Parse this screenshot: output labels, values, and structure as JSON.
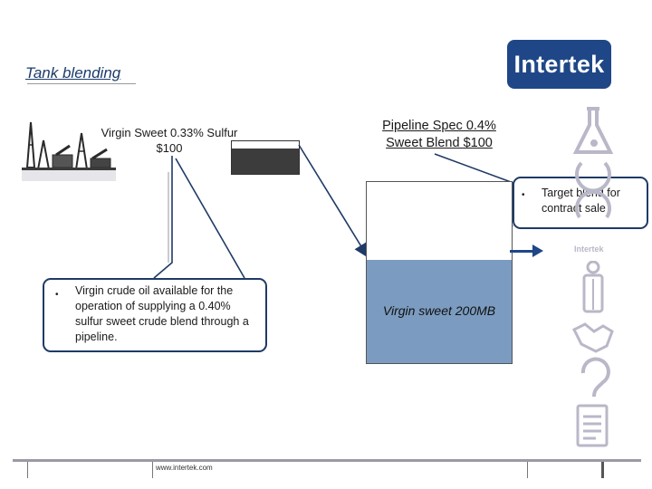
{
  "title": "Tank blending",
  "logo": {
    "text": "Intertek"
  },
  "source": {
    "label_line1": "Virgin Sweet 0.33%  Sulfur",
    "label_line2": "$100"
  },
  "spec": {
    "label_line1": "Pipeline Spec 0.4%",
    "label_line2": "Sweet Blend $100"
  },
  "tank": {
    "label": "Virgin sweet 200MB",
    "fill_fraction": 0.57
  },
  "callout_left": {
    "bullet": "•",
    "text": "Virgin crude oil available for the operation of supplying a 0.40% sulfur sweet crude blend through a pipeline."
  },
  "callout_right": {
    "bullet": "•",
    "text": "Target blend for contract sale"
  },
  "side_watermark": "Intertek",
  "footer": {
    "url": "www.intertek.com"
  },
  "colors": {
    "brand": "#1f4787",
    "tank_fill": "#7b9cc0",
    "callout_border": "#1f3a66"
  },
  "icons": [
    "oil-rig-icon",
    "flask-icon",
    "person-icon",
    "handshake-icon",
    "ear-icon",
    "clipboard-icon"
  ]
}
